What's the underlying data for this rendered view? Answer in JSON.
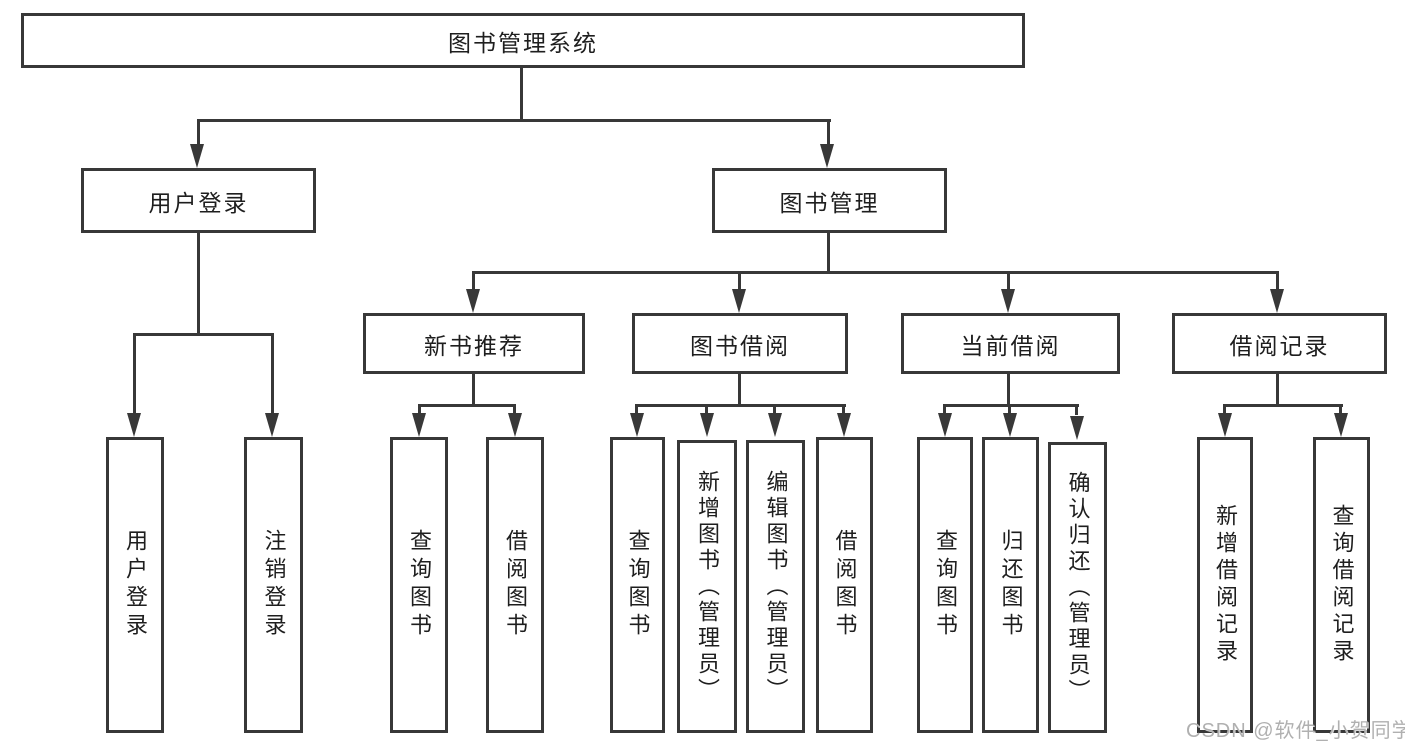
{
  "colors": {
    "line": "#383838",
    "text": "#1e1e1e",
    "box_background": "#ffffff",
    "page_background": "#ffffff",
    "watermark": "#b0b0b0"
  },
  "nodes": {
    "root": {
      "label": "图书管理系统"
    },
    "user_login": {
      "label": "用户登录"
    },
    "book_mgmt": {
      "label": "图书管理"
    },
    "new_book_rec": {
      "label": "新书推荐"
    },
    "book_borrow": {
      "label": "图书借阅"
    },
    "current_borrow": {
      "label": "当前借阅"
    },
    "borrow_record": {
      "label": "借阅记录"
    },
    "leaf_user_login": {
      "label": "用户登录"
    },
    "leaf_logout": {
      "label": "注销登录"
    },
    "leaf_nbr_query": {
      "label": "查询图书"
    },
    "leaf_nbr_borrow": {
      "label": "借阅图书"
    },
    "leaf_bb_query": {
      "label": "查询图书"
    },
    "leaf_bb_add": {
      "label": "新增图书（管理员）"
    },
    "leaf_bb_edit": {
      "label": "编辑图书（管理员）"
    },
    "leaf_bb_borrow": {
      "label": "借阅图书"
    },
    "leaf_cb_query": {
      "label": "查询图书"
    },
    "leaf_cb_return": {
      "label": "归还图书"
    },
    "leaf_cb_confirm": {
      "label": "确认归还（管理员）"
    },
    "leaf_br_add": {
      "label": "新增借阅记录"
    },
    "leaf_br_query": {
      "label": "查询借阅记录"
    }
  },
  "watermark": {
    "text": "CSDN @软件_小贺同学"
  }
}
